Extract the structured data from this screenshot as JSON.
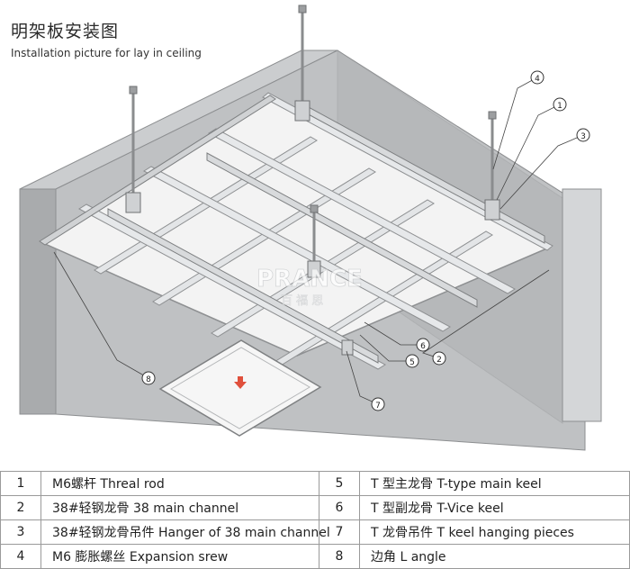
{
  "header": {
    "title_cn": "明架板安装图",
    "title_en": "Installation picture for lay in ceiling"
  },
  "watermark": {
    "brand": "PRANCE",
    "brand_cn": "百 福 思"
  },
  "callouts": [
    "4",
    "1",
    "3",
    "8",
    "6",
    "5",
    "2",
    "7"
  ],
  "legend": [
    {
      "left": {
        "num": "1",
        "text": "M6螺杆 Threal rod"
      },
      "right": {
        "num": "5",
        "text": "T 型主龙骨  T-type main keel"
      }
    },
    {
      "left": {
        "num": "2",
        "text": "38#轻钢龙骨  38 main channel"
      },
      "right": {
        "num": "6",
        "text": "T 型副龙骨 T-Vice keel"
      }
    },
    {
      "left": {
        "num": "3",
        "text": "38#轻钢龙骨吊件 Hanger of 38 main channel"
      },
      "right": {
        "num": "7",
        "text": "T 龙骨吊件 T keel hanging pieces"
      }
    },
    {
      "left": {
        "num": "4",
        "text": "M6 膨胀螺丝  Expansion srew"
      },
      "right": {
        "num": "8",
        "text": "边角 L angle"
      }
    }
  ],
  "colors": {
    "wall_front": "#a6a8aa",
    "wall_top": "#c9cbcd",
    "wall_right": "#d6d8da",
    "ceiling_panel": "#f4f4f4",
    "keel": "#e0e2e4",
    "accent_arrow": "#e0503c"
  }
}
